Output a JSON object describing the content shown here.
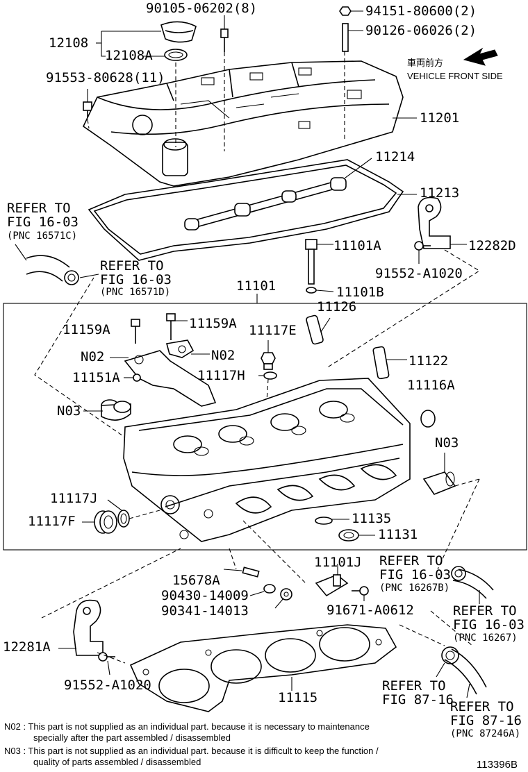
{
  "parts": {
    "p12108": "12108",
    "p12108a": "12108A",
    "p90105": "90105-06202(8)",
    "p94151": "94151-80600(2)",
    "p90126": "90126-06026(2)",
    "p91553": "91553-80628(11)",
    "p11201": "11201",
    "p11214": "11214",
    "p11213": "11213",
    "p11101a": "11101A",
    "p12282d": "12282D",
    "p91552a": "91552-A1020",
    "p11101b": "11101B",
    "p11101": "11101",
    "p11126": "11126",
    "p11159a_1": "11159A",
    "p11159a_2": "11159A",
    "p11117e": "11117E",
    "n02_1": "N02",
    "n02_2": "N02",
    "p11122": "11122",
    "p11151a": "11151A",
    "p11117h": "11117H",
    "n03_1": "N03",
    "p11116a": "11116A",
    "n03_2": "N03",
    "p11117j": "11117J",
    "p11117f": "11117F",
    "p11135": "11135",
    "p11131": "11131",
    "p11101j": "11101J",
    "p15678a": "15678A",
    "p90430": "90430-14009",
    "p90341": "90341-14013",
    "p91671": "91671-A0612",
    "p12281a": "12281A",
    "p91552b": "91552-A1020",
    "p11115": "11115"
  },
  "refers": {
    "r1_a": "REFER TO",
    "r1_b": "FIG 16-03",
    "r1_c": "(PNC 16571C)",
    "r2_a": "REFER TO",
    "r2_b": "FIG 16-03",
    "r2_c": "(PNC 16571D)",
    "r3_a": "REFER TO",
    "r3_b": "FIG 16-03",
    "r3_c": "(PNC 16267B)",
    "r4_a": "REFER TO",
    "r4_b": "FIG 16-03",
    "r4_c": "(PNC 16267)",
    "r5_a": "REFER TO",
    "r5_b": "FIG 87-16",
    "r6_a": "REFER TO",
    "r6_b": "FIG 87-16",
    "r6_c": "(PNC 87246A)"
  },
  "front": {
    "jp": "車両前方",
    "en": "VEHICLE FRONT SIDE"
  },
  "notes": {
    "n02_line1": "N02 : This part is not supplied as an individual part. because it is necessary to maintenance",
    "n02_line2": "specially after the part assembled / disassembled",
    "n03_line1": "N03 : This part is not supplied as an individual part. because it is difficult to keep the function /",
    "n03_line2": "quality of parts  assembled / disassembled"
  },
  "figure_id": "113396B"
}
